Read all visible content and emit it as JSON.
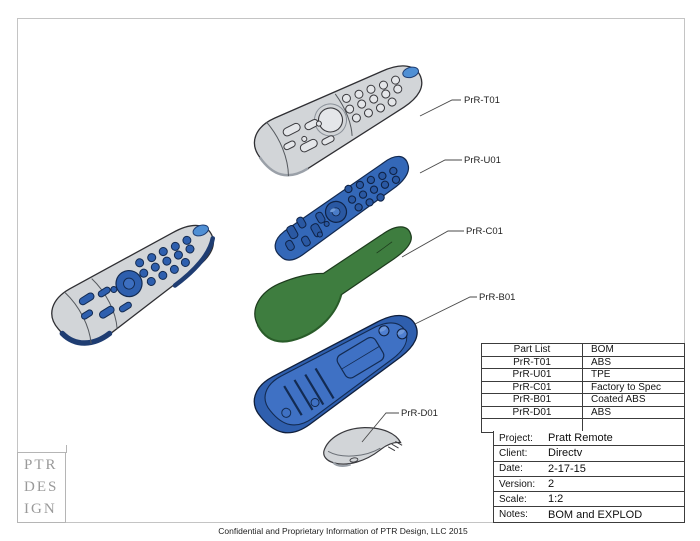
{
  "part_labels": {
    "t01": "PrR-T01",
    "u01": "PrR-U01",
    "c01": "PrR-C01",
    "b01": "PrR-B01",
    "d01": "PrR-D01"
  },
  "part_list": {
    "rows": [
      {
        "part": "Part List",
        "material": "BOM"
      },
      {
        "part": "PrR-T01",
        "material": "ABS"
      },
      {
        "part": "PrR-U01",
        "material": "TPE"
      },
      {
        "part": "PrR-C01",
        "material": "Factory to Spec"
      },
      {
        "part": "PrR-B01",
        "material": "Coated ABS"
      },
      {
        "part": "PrR-D01",
        "material": "ABS"
      }
    ]
  },
  "project_info": {
    "rows": [
      {
        "label": "Project:",
        "value": "Pratt Remote"
      },
      {
        "label": "Client:",
        "value": "Directv"
      },
      {
        "label": "Date:",
        "value": "2-17-15"
      },
      {
        "label": "Version:",
        "value": "2"
      },
      {
        "label": "Scale:",
        "value": "1:2"
      },
      {
        "label": "Notes:",
        "value": "BOM and EXPLOD"
      }
    ]
  },
  "logo": {
    "line1": "PTR",
    "line2": "DES",
    "line3": "IGN"
  },
  "footer": {
    "text": "Confidential and Proprietary Information of PTR Design, LLC 2015"
  },
  "colors": {
    "body_gray": "#d2d5d8",
    "button_blue": "#2e5fae",
    "navy_shadow": "#1f3d72",
    "keypad_blue": "#3468b8",
    "housing_blue": "#2f5fae",
    "pcb_green": "#3e7d3f",
    "tip_blue": "#4f8fd4",
    "frame_border": "#c4c4c4",
    "table_border": "#3c3c3c",
    "logo_gray": "#9a9a9a"
  }
}
